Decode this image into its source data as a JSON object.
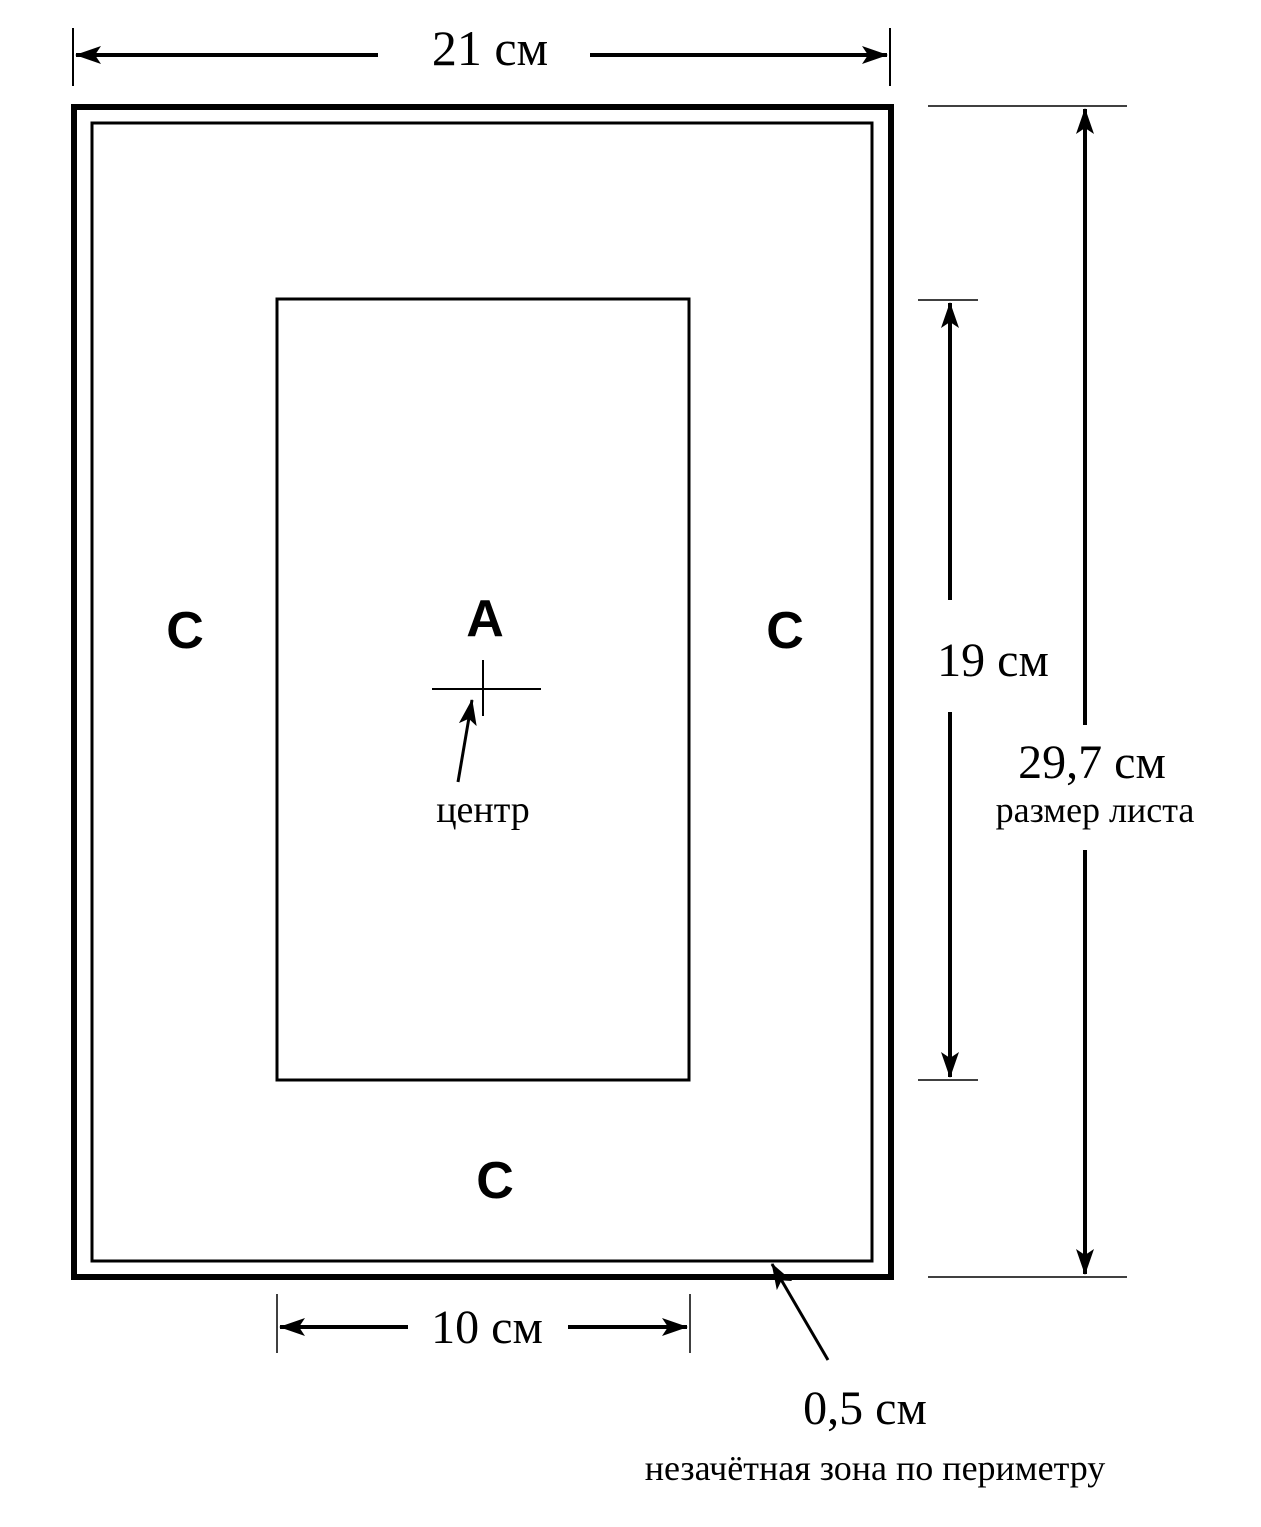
{
  "dimensions": {
    "width_label": "21 см",
    "inner_width_label": "10 см",
    "inner_height_label": "19 см",
    "sheet_height_label": "29,7 см",
    "sheet_size_caption": "размер листа",
    "margin_label": "0,5 см",
    "margin_caption": "незачётная зона по периметру"
  },
  "zones": {
    "center_zone": "A",
    "outer_zone_left": "C",
    "outer_zone_right": "C",
    "outer_zone_bottom": "C",
    "center_caption": "центр"
  },
  "colors": {
    "line": "#000000",
    "background": "#ffffff"
  }
}
